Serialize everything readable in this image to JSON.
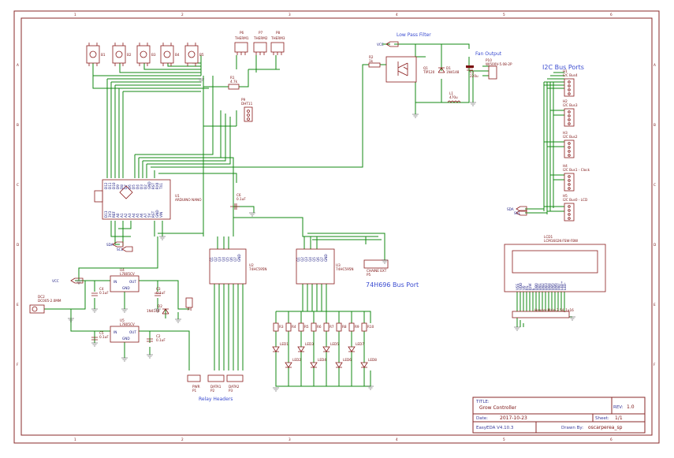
{
  "frame": {
    "col_labels": [
      "1",
      "2",
      "3",
      "4",
      "5",
      "6"
    ],
    "row_labels": [
      "A",
      "B",
      "C",
      "D",
      "E",
      "F"
    ]
  },
  "nets": {
    "vcc_labels": [
      "VCC",
      "VCC",
      "VCC"
    ],
    "sda": "SDA",
    "scl": "SCL",
    "sda_right": "SDA",
    "scl_right": "SCL"
  },
  "components": {
    "buttons": [
      "B1",
      "B2",
      "B3",
      "B4",
      "B5"
    ],
    "thermistors": [
      {
        "ref": "P6",
        "name": "THERM1"
      },
      {
        "ref": "P7",
        "name": "THERM2"
      },
      {
        "ref": "P8",
        "name": "THERM3"
      }
    ],
    "r1": {
      "ref": "R1",
      "value": "4.7k"
    },
    "dht": {
      "ref": "P9",
      "name": "DHT11"
    },
    "arduino": {
      "ref": "U1",
      "name": "ARDUINO NANO",
      "top_pins": [
        "D12",
        "D11",
        "D10",
        "D9",
        "D8",
        "D7",
        "D6",
        "D5",
        "D4",
        "D3",
        "D2",
        "GND",
        "RST",
        "RX0",
        "TX1"
      ],
      "bottom_pins": [
        "D13",
        "3V3",
        "REF",
        "A0",
        "A1",
        "A2",
        "A3",
        "A4",
        "A5",
        "A6",
        "A7",
        "5V",
        "RST",
        "GND",
        "VIN"
      ]
    },
    "c6": {
      "ref": "C6",
      "value": "0.1uF"
    },
    "low_pass": {
      "title": "Low Pass Filter",
      "r2": {
        "ref": "R2",
        "value": "1k"
      },
      "q1": {
        "ref": "Q1",
        "value": "TIP120"
      },
      "d1": {
        "ref": "D1",
        "value": "1N4148"
      },
      "c1": {
        "ref": "C1",
        "value": "220u"
      },
      "l1": {
        "ref": "L1",
        "value": "470u"
      }
    },
    "fan": {
      "title": "Fan Output",
      "ref": "P10",
      "value": "WJ500V-5.08-2P"
    },
    "i2c": {
      "title": "I2C Bus Ports",
      "ports": [
        {
          "ref": "H1",
          "name": "I2C Bus4"
        },
        {
          "ref": "H2",
          "name": "I2C Bus3"
        },
        {
          "ref": "H3",
          "name": "I2C Bus2"
        },
        {
          "ref": "H4",
          "name": "I2C Bus1 - Clock"
        },
        {
          "ref": "H5",
          "name": "I2C Bus0 - LCD"
        }
      ]
    },
    "lcd": {
      "ref": "LCD1",
      "value": "LCM1602K-FSW-FBW",
      "pins": [
        "VSS",
        "VDD",
        "V0",
        "RS",
        "R/W",
        "E",
        "DB0",
        "DB1",
        "DB2",
        "DB3",
        "DB4",
        "DB5",
        "DB6",
        "DB7",
        "LED+",
        "LED-"
      ],
      "header": "Header-Male-2.54_1x16"
    },
    "shift_regs": [
      {
        "ref": "U2",
        "value": "74HC595N"
      },
      {
        "ref": "U3",
        "value": "74HC595N"
      }
    ],
    "bus_port": {
      "title": "74H696 Bus Port",
      "ref": "P5",
      "value": "CHAINE EXT"
    },
    "regulators": [
      {
        "ref": "U4",
        "value": "L7805CV",
        "c_in": {
          "ref": "C4",
          "value": "0.1uF"
        },
        "c_out": {
          "ref": "C3",
          "value": "0.1uF"
        }
      },
      {
        "ref": "U5",
        "value": "L7805CV",
        "c_in": {
          "ref": "C5",
          "value": "0.1uF"
        },
        "c_out": {
          "ref": "C2",
          "value": "0.1uF"
        }
      }
    ],
    "dc_jack": {
      "ref": "DC2",
      "value": "DC005-2.0MM"
    },
    "d2": {
      "ref": "D2",
      "value": "1N4148"
    },
    "p4": {
      "ref": "P4"
    },
    "led_resistors": [
      "R3",
      "R4",
      "R5",
      "R6",
      "R7",
      "R8",
      "R9",
      "R10"
    ],
    "leds": [
      "LED1",
      "LED2",
      "LED3",
      "LED4",
      "LED5",
      "LED6",
      "LED7",
      "LED8"
    ],
    "relay_headers": {
      "title": "Relay Headers",
      "items": [
        {
          "ref": "P1",
          "name": "PWR"
        },
        {
          "ref": "P2",
          "name": "DATA1"
        },
        {
          "ref": "P3",
          "name": "DATA2"
        }
      ]
    }
  },
  "title_block": {
    "title_label": "TITLE:",
    "title": "Grow Controller",
    "rev_label": "REV:",
    "rev": "1.0",
    "date_label": "Date:",
    "date": "2017-10-23",
    "sheet_label": "Sheet:",
    "sheet": "1/1",
    "tool": "EasyEDA V4.10.3",
    "drawn_label": "Drawn By:",
    "drawn": "oscarperea_sp"
  }
}
